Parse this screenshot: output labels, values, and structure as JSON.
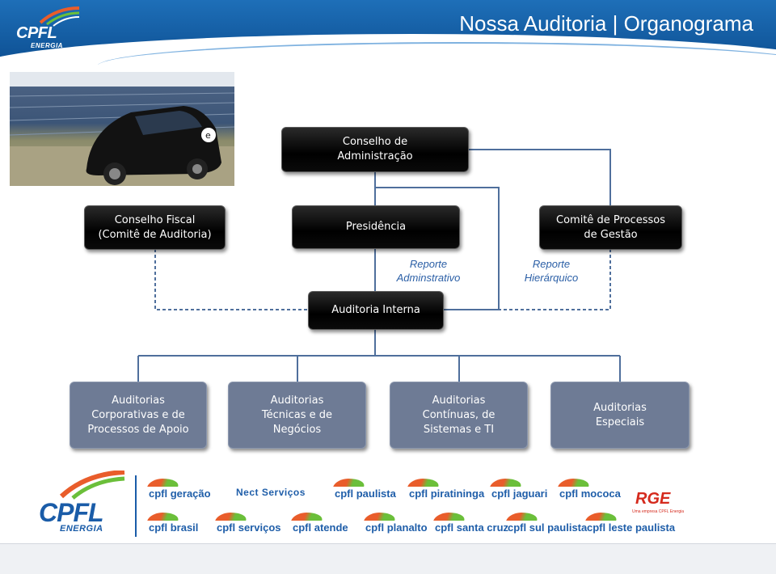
{
  "header": {
    "title": "Nossa Auditoria | Organograma",
    "logo_text": "CPFL",
    "logo_subtext": "ENERGIA"
  },
  "photo": {
    "description_icon": "electric-car-photo"
  },
  "org": {
    "conselho_admin": "Conselho de\nAdministração",
    "conselho_fiscal": "Conselho Fiscal\n(Comitê de Auditoria)",
    "presidencia": "Presidência",
    "comite": "Comitê de Processos\nde Gestão",
    "reporte_adm": "Reporte\nAdminstrativo",
    "reporte_hier": "Reporte\nHierárquico",
    "auditoria_interna": "Auditoria Interna",
    "subunits": [
      "Auditorias\nCorporativas e de\nProcessos de Apoio",
      "Auditorias\nTécnicas e de\nNegócios",
      "Auditorias\nContínuas, de\nSistemas e TI",
      "Auditorias\nEspeciais"
    ]
  },
  "footer": {
    "main_logo": "CPFL",
    "main_logo_sub": "ENERGIA",
    "brands": [
      "cpfl geração",
      "Nect Serviços",
      "cpfl paulista",
      "cpfl piratininga",
      "cpfl jaguari",
      "cpfl mococa",
      "cpfl brasil",
      "cpfl serviços",
      "cpfl atende",
      "cpfl planalto",
      "cpfl santa cruz",
      "cpfl sul paulista",
      "cpfl leste paulista"
    ],
    "rge": "RGE",
    "rge_sub": "Uma empresa CPFL Energia"
  },
  "colors": {
    "header_blue": "#0d4f92",
    "box_dark": "#000000",
    "box_gray": "#6e7b95",
    "label_blue": "#2b5fa6"
  }
}
